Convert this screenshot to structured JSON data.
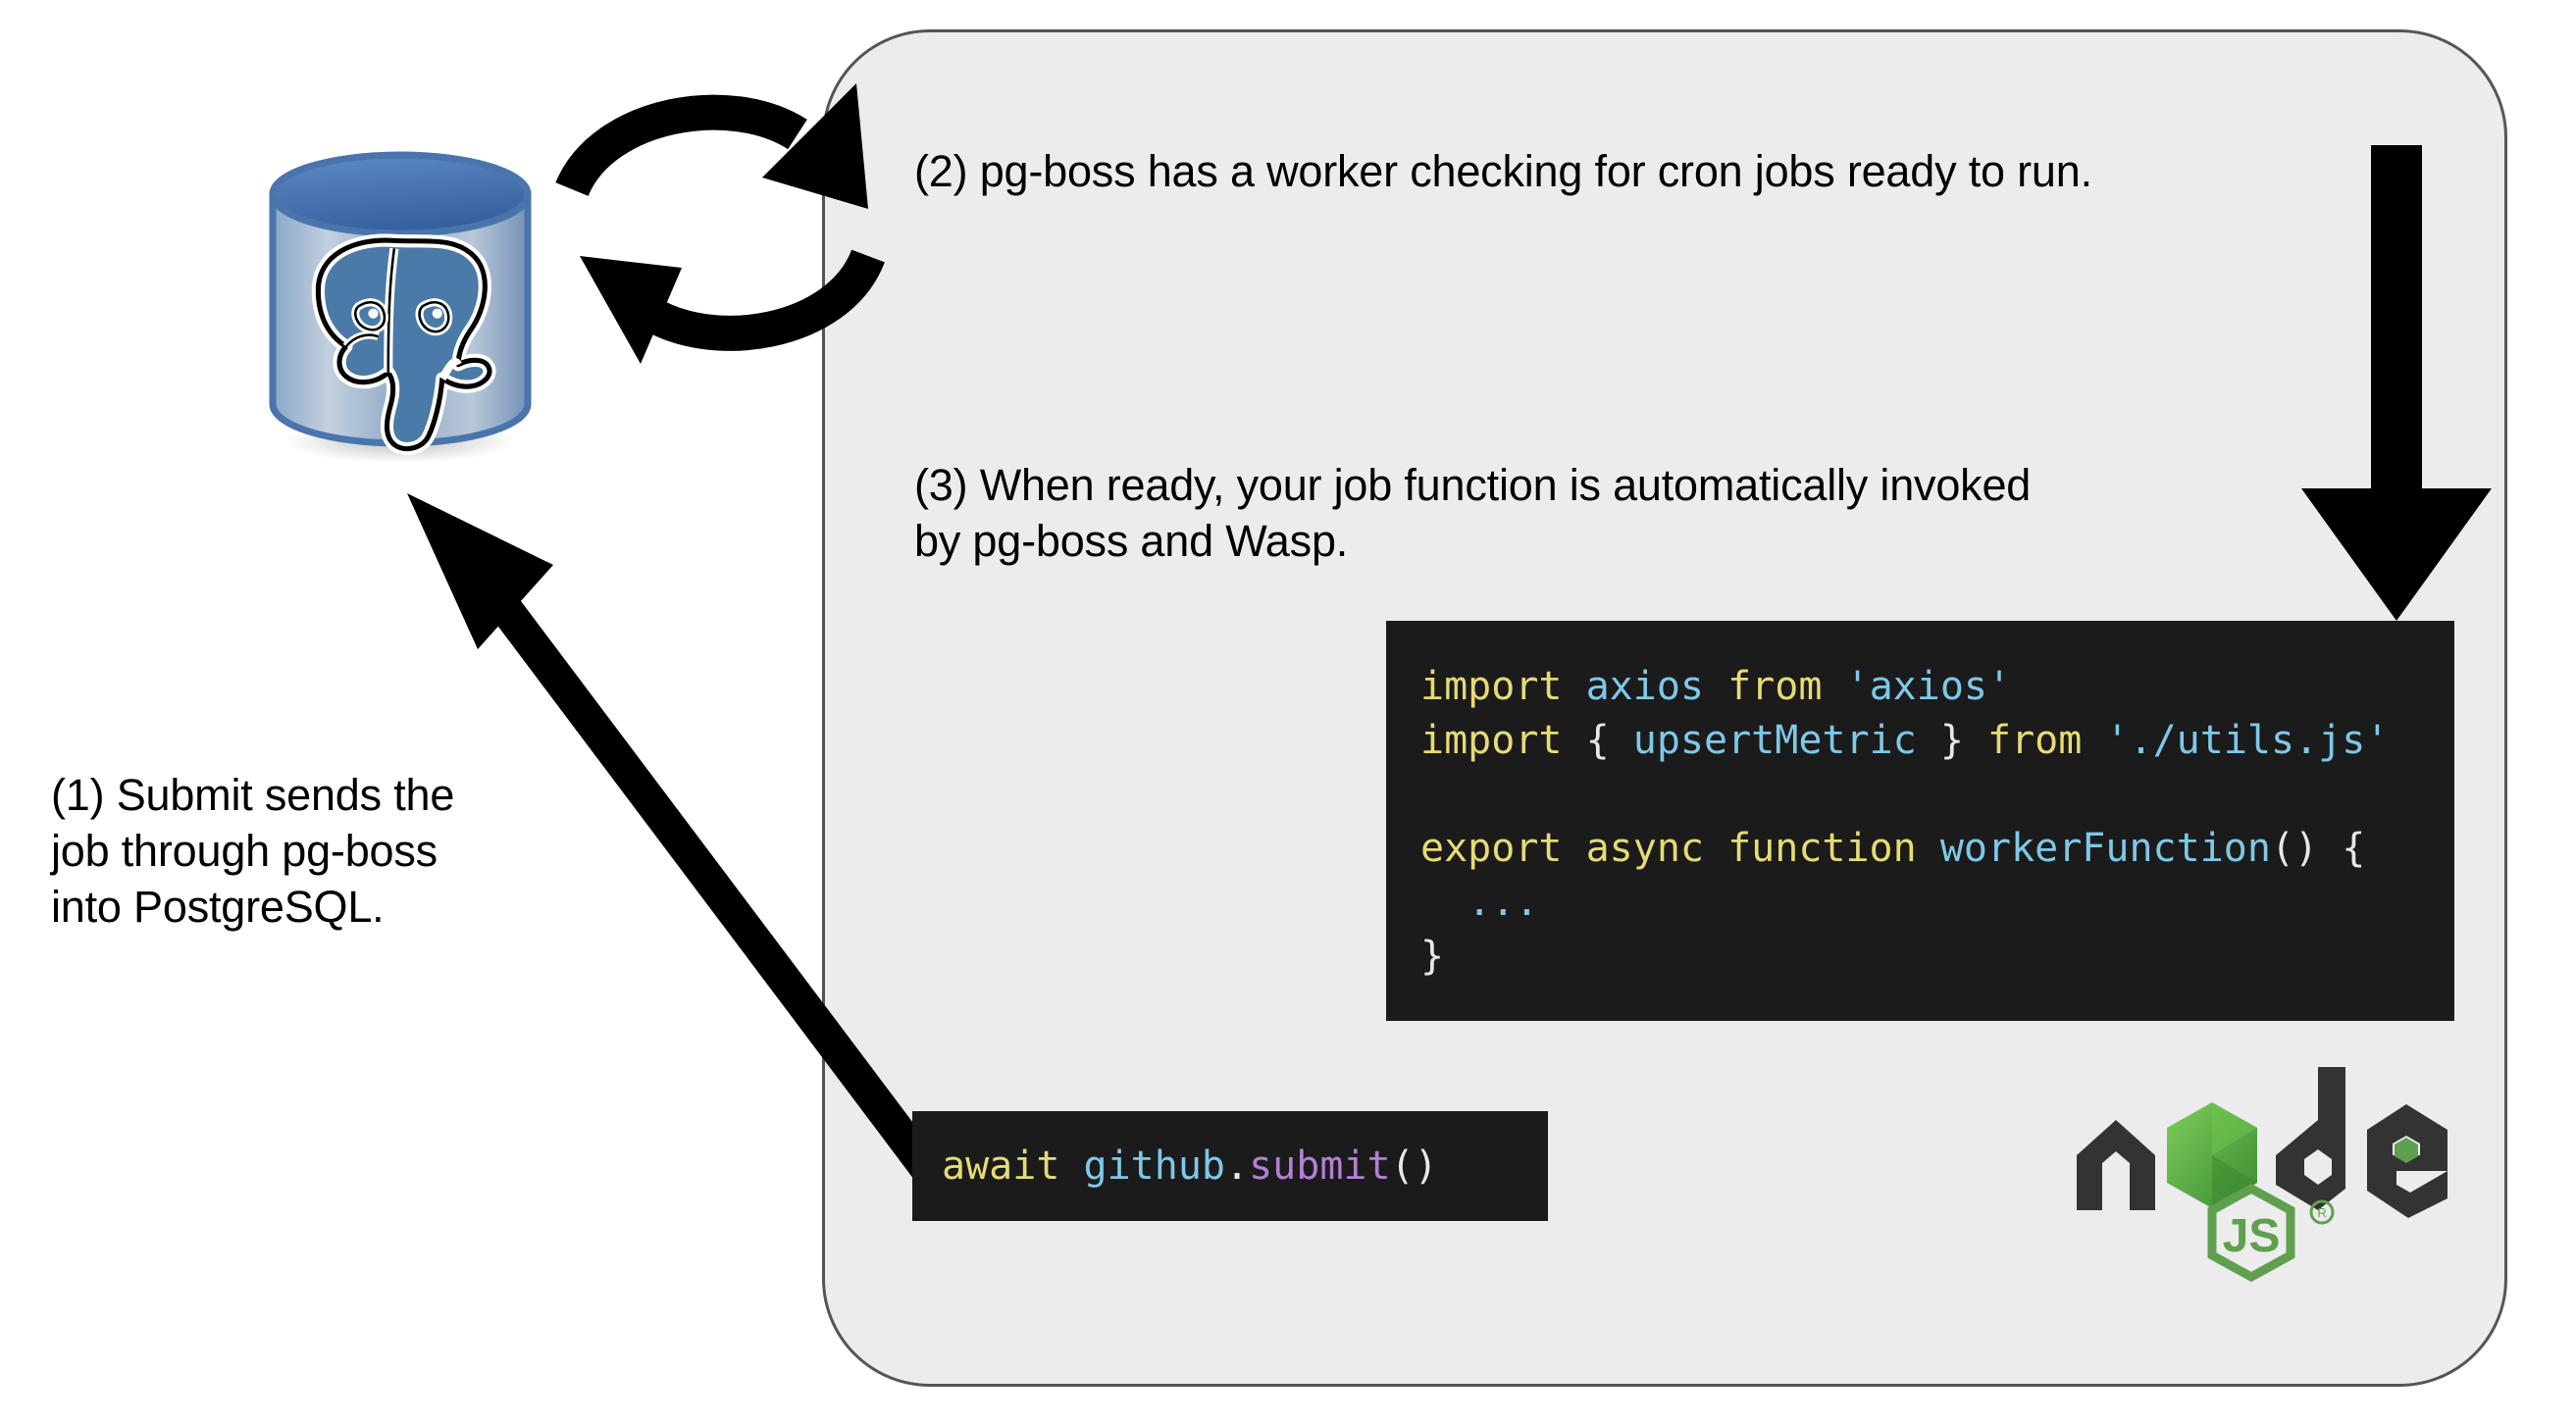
{
  "diagram": {
    "title": "Wasp pg-boss job flow",
    "background_color": "#ffffff",
    "panel": {
      "name": "wasp-server-panel",
      "fill_color": "#ececec",
      "border_color": "#555555"
    },
    "annotations": [
      {
        "id": "step-1",
        "text": "(1) Submit sends the\njob through pg-boss\ninto PostgreSQL."
      },
      {
        "id": "step-2",
        "text": "(2) pg-boss has a worker checking for cron jobs ready to run."
      },
      {
        "id": "step-3",
        "text": "(3) When ready, your job function is automatically invoked\nby pg-boss and Wasp."
      }
    ],
    "code_main": {
      "name": "worker-function-code",
      "background_color": "#1b1b1b",
      "lines": [
        [
          {
            "t": "import ",
            "c": "kw"
          },
          {
            "t": "axios ",
            "c": "id"
          },
          {
            "t": "from ",
            "c": "kw"
          },
          {
            "t": "'axios'",
            "c": "str"
          }
        ],
        [
          {
            "t": "import ",
            "c": "kw"
          },
          {
            "t": "{ ",
            "c": "punc"
          },
          {
            "t": "upsertMetric ",
            "c": "id"
          },
          {
            "t": "} ",
            "c": "punc"
          },
          {
            "t": "from ",
            "c": "kw"
          },
          {
            "t": "'./utils.js'",
            "c": "str"
          }
        ],
        [],
        [
          {
            "t": "export async function ",
            "c": "kw"
          },
          {
            "t": "workerFunction",
            "c": "fn"
          },
          {
            "t": "() {",
            "c": "punc"
          }
        ],
        [
          {
            "t": "  ...",
            "c": "dots"
          }
        ],
        [
          {
            "t": "}",
            "c": "punc"
          }
        ]
      ],
      "plain_text": "import axios from 'axios'\nimport { upsertMetric } from './utils.js'\n\nexport async function workerFunction() {\n  ...\n}"
    },
    "code_submit": {
      "name": "submit-call-code",
      "background_color": "#1b1b1b",
      "lines": [
        [
          {
            "t": "await ",
            "c": "kw"
          },
          {
            "t": "github",
            "c": "id"
          },
          {
            "t": ".",
            "c": "punc"
          },
          {
            "t": "submit",
            "c": "meth"
          },
          {
            "t": "()",
            "c": "punc"
          }
        ]
      ],
      "plain_text": "await github.submit()"
    },
    "logos": [
      {
        "id": "postgresql-logo",
        "label": "PostgreSQL",
        "colors": {
          "cylinder": "#6189b8",
          "top": "#3d6fb5",
          "elephant": "#4a7aa7"
        }
      },
      {
        "id": "nodejs-logo",
        "label": "Node.js",
        "colors": {
          "dark": "#333333",
          "green": "#5fa04e",
          "green_light": "#6cc24a"
        }
      }
    ],
    "arrows": [
      {
        "id": "cycle-arrows",
        "label": "polling cycle between pg-boss worker and PostgreSQL",
        "color": "#000000"
      },
      {
        "id": "submit-to-db-arrow",
        "label": "submit job into PostgreSQL",
        "color": "#000000"
      },
      {
        "id": "invoke-down-arrow",
        "label": "invoke worker function",
        "color": "#000000"
      }
    ]
  }
}
